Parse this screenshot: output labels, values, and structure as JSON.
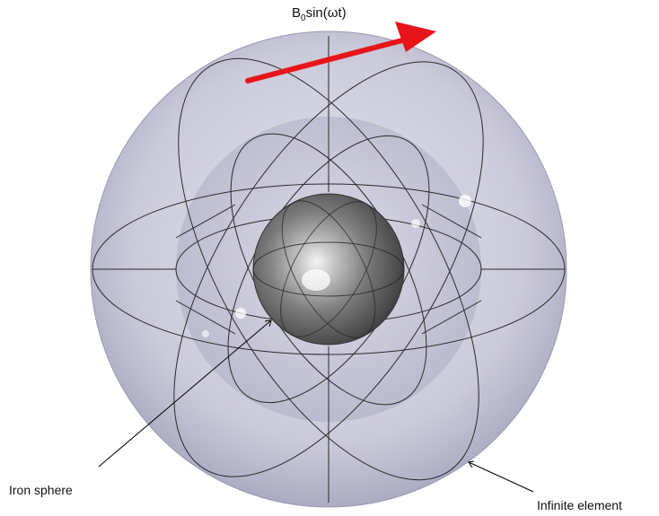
{
  "field_label": {
    "base": "B",
    "subscript": "0",
    "rest": "sin(ωt)"
  },
  "labels": {
    "iron_sphere": "Iron sphere",
    "infinite_element": "Infinite element"
  },
  "colors": {
    "arrow": "#e8141a",
    "outer_sphere": "#b3b2cc",
    "iron": "#8c8c8c",
    "mesh_lines": "#2a2a2a"
  }
}
